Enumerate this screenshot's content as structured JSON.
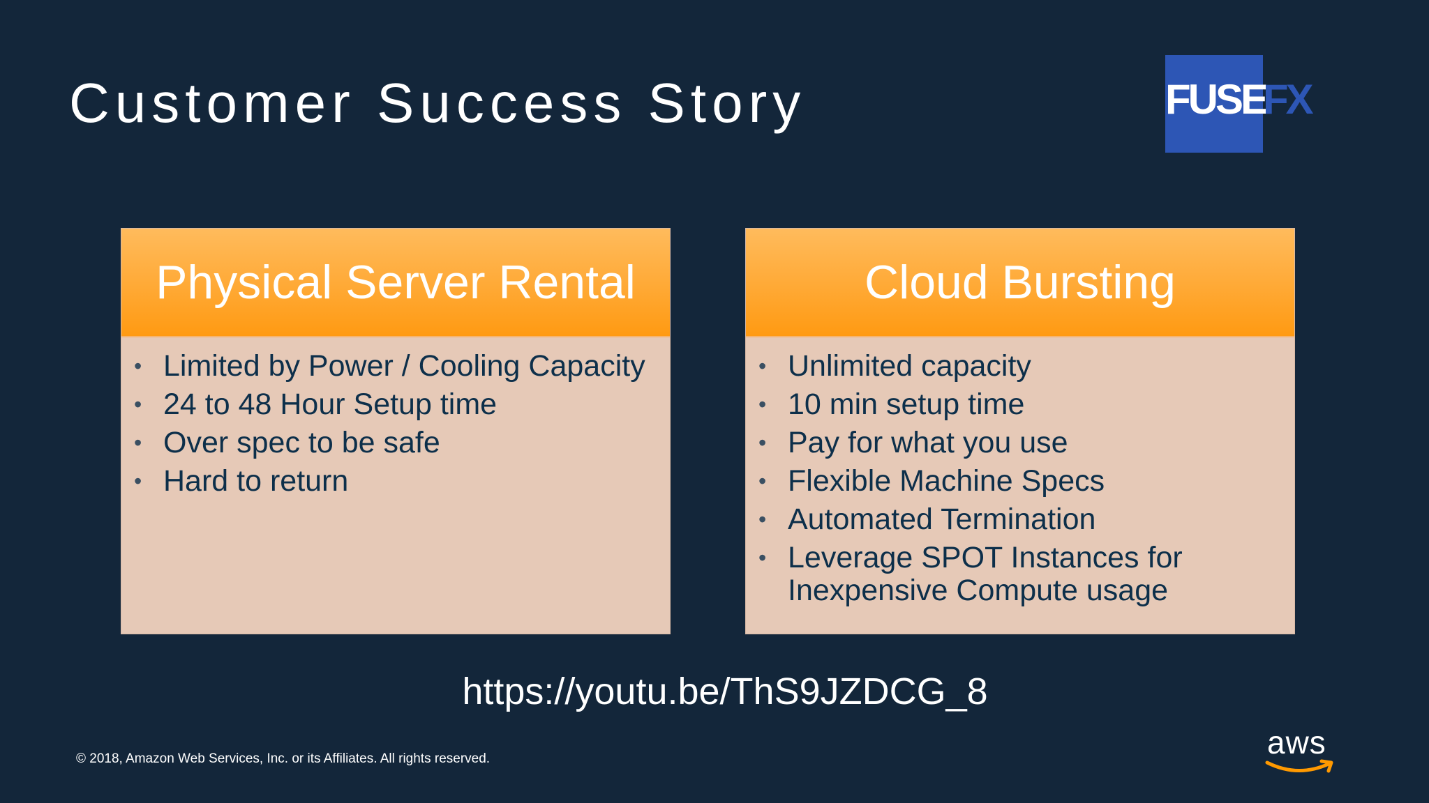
{
  "slide": {
    "title": "Customer Success Story",
    "logo": {
      "primary_text": "FUSE",
      "secondary_text": "FX",
      "color": "#2d56b5"
    },
    "panels": [
      {
        "header": "Physical Server Rental",
        "bullets": [
          "Limited by Power / Cooling Capacity",
          "24 to 48 Hour Setup time",
          "Over spec to be safe",
          "Hard to return"
        ]
      },
      {
        "header": "Cloud Bursting",
        "bullets": [
          "Unlimited capacity",
          "10 min setup time",
          "Pay for what you use",
          "Flexible Machine Specs",
          "Automated Termination",
          "Leverage SPOT Instances for Inexpensive Compute usage"
        ]
      }
    ],
    "url": "https://youtu.be/ThS9JZDCG_8",
    "copyright": "© 2018, Amazon Web Services, Inc. or its Affiliates. All rights reserved.",
    "aws_logo_text": "aws",
    "colors": {
      "background": "#13263a",
      "panel_header": "#ffa935",
      "panel_body": "#e6c9b7",
      "panel_text": "#0d2f4a",
      "aws_smile": "#ff9900"
    }
  }
}
